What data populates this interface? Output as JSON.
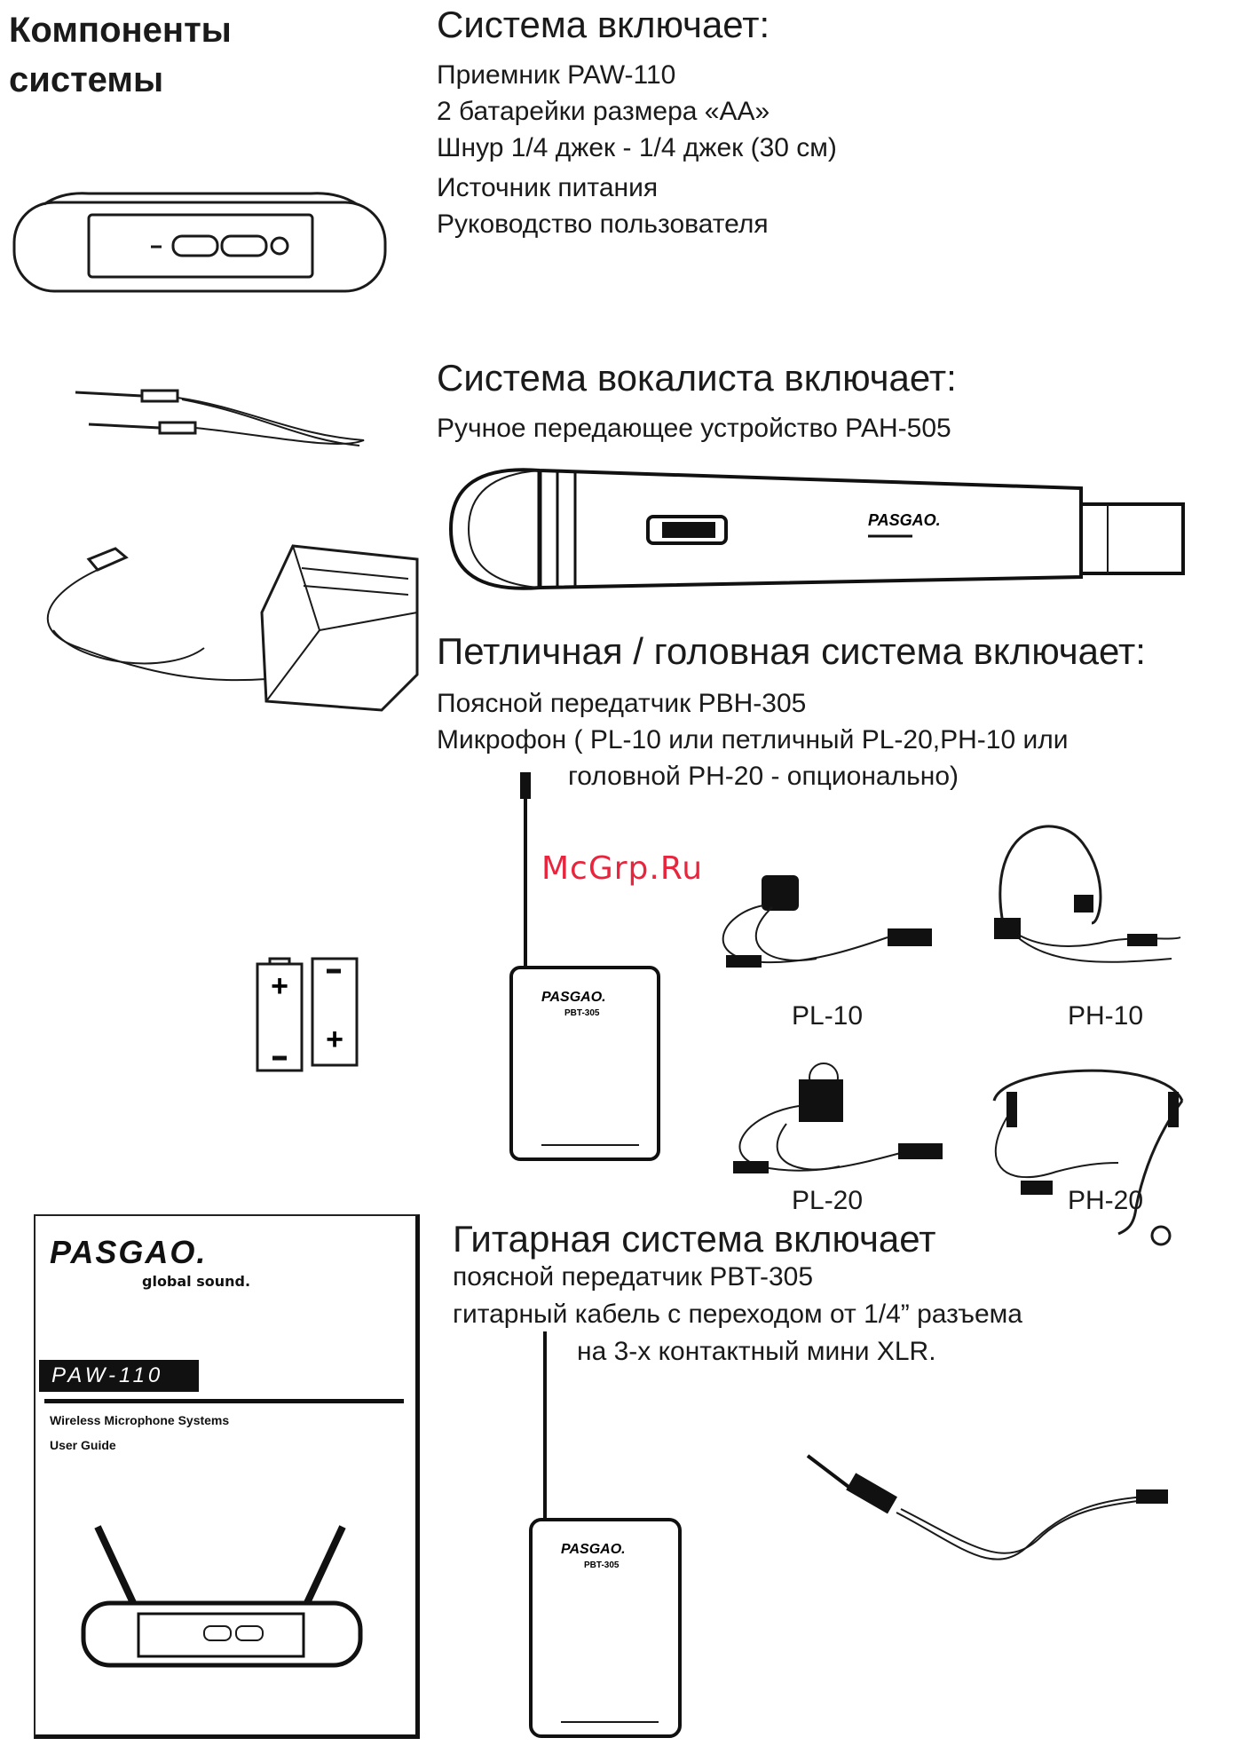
{
  "page_title": [
    "Компоненты",
    "системы"
  ],
  "system": {
    "title": "Система включает:",
    "items": [
      "Приемник PAW-110",
      "2 батарейки размера «АА»",
      "Шнур 1/4 джек - 1/4 джек (30 см)",
      "Источник питания",
      "Руководство пользователя"
    ]
  },
  "vocal": {
    "title": "Система вокалиста включает:",
    "items": [
      "Ручное передающее устройство PAH-505"
    ]
  },
  "lav": {
    "title": "Петличная / головная система включает:",
    "items": [
      "Поясной передатчик PBH-305",
      "Микрофон ( PL-10 или петличный PL-20,PH-10 или",
      "головной PH-20 - опционально)"
    ]
  },
  "guitar": {
    "title": "Гитарная система включает",
    "items": [
      "поясной передатчик PBT-305",
      "гитарный кабель с переходом от 1/4” разъема",
      "на 3-х контактный мини XLR."
    ]
  },
  "captions": {
    "pl10": "PL-10",
    "ph10": "PH-10",
    "pl20": "PL-20",
    "ph20": "PH-20"
  },
  "watermark": "McGrp.Ru",
  "manual": {
    "brand": "PASGAO.",
    "tagline": "global sound.",
    "model": "PAW-110",
    "line1": "Wireless Microphone Systems",
    "line2": "User Guide"
  },
  "mic_brand": "PASGAO.",
  "beltpack_brand": "PASGAO.",
  "beltpack_model_lav": "PBT-305",
  "beltpack_model_guitar": "PBT-305"
}
